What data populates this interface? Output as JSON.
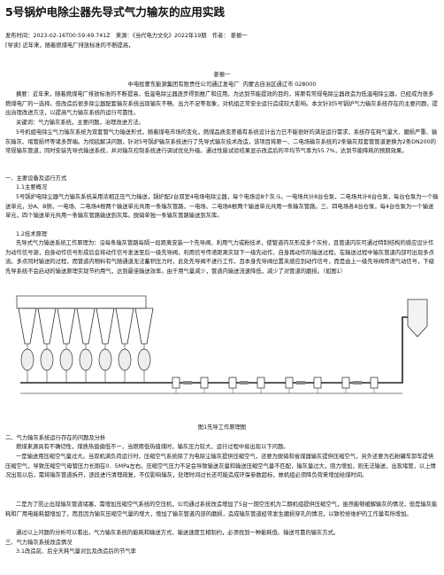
{
  "title": "5号锅炉电除尘器先导式气力输灰的应用实践",
  "meta": "发布时间：2023-02-16T00:59:49.741Z　来源：《当代电力文化》2022年19期　作者： 姜振一",
  "guide": "[导读] 近年来，随着燃煤电厂排放标准的不断提高，",
  "author": "姜振一",
  "affiliation": "中电投蒙东能源集团有限责任公司通辽发电厂  内蒙古自治区通辽市 028000",
  "abstract": "摘要：近年来，随着燃煤电厂排放标准的不断提高，低温电除尘器逐步得到推广和应用，为达到节能提效的目的，将原有常规电除尘器改造为低温电除尘器，已经成为很多燃煤电厂的一选择。但改造后很多除尘器配套输灰系统出现输灰不畅、出力不足等现象，对机组正常安全运行造成较大影响。本文针对5号锅炉气力输灰系统存在的主要问题，提出治理改进方法，以提高气力输灰系统的运行可靠性。",
  "keywords": "关键词：气力输灰系统，主要问题，治理改进方法。",
  "intro": "5号机组电除尘气力输灰系统为双套管气力输送形式，随着煤电市场的变化，燃煤品质变差循有系统设计出力已不能很好的满足运行需求，系统存在耗气量大、磨损严重、输灰输灰、堵管损坏等诸多弊端。为彻底解决问题，针对5号锅炉输灰系统进行了先导式输灰技术改造，该项目将原一、二电场输灰系统的2条输灰双套管管道更换为2条DN200的常规输灰管道，同时安装先导式输送系统，并对输灰控制系统进行调试优化升级。通过性能试验结果显示改造后的平均节气率为55.7%，达到节能降耗的预期效果。",
  "sec1": "一、主要设备及运行方式",
  "sec1_1": "1.1主要概况",
  "sec1_1_text": "5号锅炉电除尘器气力输灰系统采用浓相正压气力输送，锅炉配2台双室4电场电除尘器，每个电场设8个灰斗。一电场共计8台仓泵，二电场共计8台仓泵，每台仓泵为一个输送单元，分A、B侧，一电场、二电场4根两个输送单元共用一条输灰管路，一电场、二电场8根两个输送单元共用一条输灰管路。三、四电场各8台仓泵，每4台仓泵为一个输送单元，四个输送单元共用一条输灰管路输送到灰库。脱硝单独一条输灰管路输送到灰库。",
  "sec1_2": "1.2技术原理",
  "sec1_2_text": "先导式气力输送系统工作原理为：沿每条输灰管路每隔一段距离安装一个先导阀，利用气力或粉技术，使管道内灰形成多个灰栓，且管道内灰可通过特制结构的感应设计作为动作信号源，自身动作信号形成后会将动作信号发送至后一级先导阀，利用信号传递距离实现下一级先动作，自身再动作的输送过程。在输送过程中输灰管道内部可出现多点流。多点同时输送的过程，而管道内物料有气随通道无法蓄积压力时，此处先导阀不进行工作，且本身先导阀位置未感应到动作信号，而是由上一级先导阀传递气动信号，下级先导系统不会启动的输送原理实现节约用气，达到最佳输送效率。由于用气量减少，管道内输送流速降低，减少了对管道的磨损。（如图1）",
  "fig_caption": "图1先导工作原理图",
  "sec2": "二、气力输灰系统运行存在的问题及分析",
  "sec2_text1": "燃煤来源具有不确切性，煤质热值偏低不一，当燃用低热值煤时，输灰压力较大，运行过程中易出现以下问题。",
  "sec2_text2": "一是输送用压缩空气量过大。当双机满负荷运行时，压缩空气系统除了为电除尘输灰提供压缩空气，还要为脱硝和省煤器输灰提供压缩空气，另外还要为石粉罐车卸车提供压缩空气，导致压缩空气母管压力长期在0．5MPa左右。压缩空气压力不足会导致输送灰量和输送压缩空气量不匹配，输灰量过大，阻力增加，则无法输送，出现堵管，以上情况出现以后，需将输灰管道拆开，逐段进行清理疏复，不仅影响输灰，处理时间过长还可能造成环保参数超标，故机组必须降负荷来增加给煤时间。",
  "sec2_text3": "二是为了防止出现输灰管道堵塞，需增加压缩空气系统的空压机，公司通过系统改造增加了5台一期空压机为二期机组提供压缩空气，虽然能够缓解输灰的情况，但是输灰能耗和厂用电能耗都增加了，而且因为输灰压缩空气量的增大，增加了输灰管道内部的磨损，造成输灰管道经常发生磨损穿孔的情况，以致检修维护的工作量有所增加。",
  "sec2_text4": "通过以上问题的分析可以看出，气力输灰系统的能耗和输送方式、输送速度互相制约，必须找到一种能耗低、输送可靠的输灰方式。",
  "sec3": "三、气力输灰系统改造情况",
  "sec3_1": "3.1改造前、后全天耗气量对比及改造后的节气率"
}
